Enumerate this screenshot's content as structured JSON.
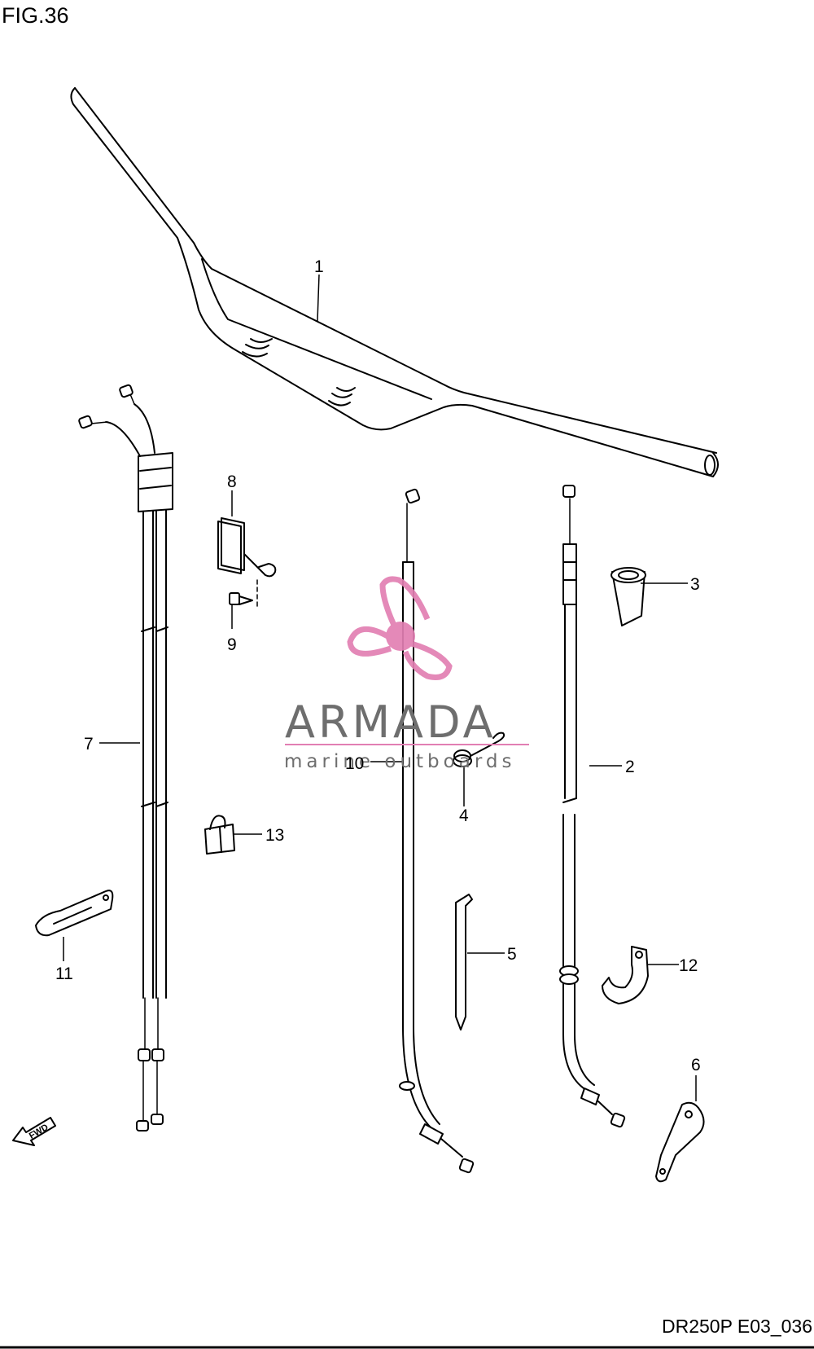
{
  "figure": {
    "title": "FIG.36",
    "code": "DR250P E03_036",
    "fwd_label": "FWD"
  },
  "callouts": {
    "c1": "1",
    "c2": "2",
    "c3": "3",
    "c4": "4",
    "c5": "5",
    "c6": "6",
    "c7": "7",
    "c8": "8",
    "c9": "9",
    "c10": "10",
    "c11": "11",
    "c12": "12",
    "c13": "13"
  },
  "watermark": {
    "brand": "ARMADA",
    "tagline": "marine outboards",
    "logo_color": "#e27fb3",
    "text_color": "#6e6e6e"
  }
}
